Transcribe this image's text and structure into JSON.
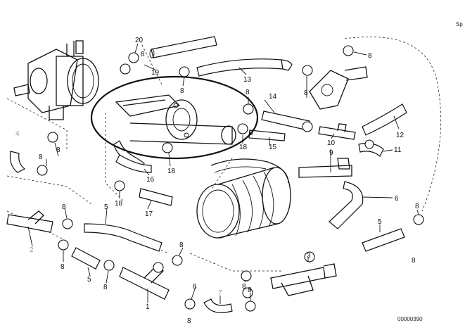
{
  "corner_text": "Sp",
  "diagram_id": "00000390",
  "callouts": [
    {
      "id": "c1",
      "text": "20"
    },
    {
      "id": "c2",
      "text": "8"
    },
    {
      "id": "c3",
      "text": "19"
    },
    {
      "id": "c4",
      "text": "8"
    },
    {
      "id": "c5",
      "text": "13"
    },
    {
      "id": "c6",
      "text": "8"
    },
    {
      "id": "c7",
      "text": "8"
    },
    {
      "id": "c8",
      "text": "14"
    },
    {
      "id": "c9",
      "text": "8"
    },
    {
      "id": "c10",
      "text": "15"
    },
    {
      "id": "c11",
      "text": "18"
    },
    {
      "id": "c12",
      "text": "8"
    },
    {
      "id": "c13",
      "text": "10"
    },
    {
      "id": "c14",
      "text": "9"
    },
    {
      "id": "c15",
      "text": "11"
    },
    {
      "id": "c16",
      "text": "12"
    },
    {
      "id": "c17",
      "text": "4"
    },
    {
      "id": "c18",
      "text": "8"
    },
    {
      "id": "c19",
      "text": "18"
    },
    {
      "id": "c20",
      "text": "8"
    },
    {
      "id": "c21",
      "text": "16"
    },
    {
      "id": "c22",
      "text": "18"
    },
    {
      "id": "c23",
      "text": "17"
    },
    {
      "id": "c24",
      "text": "6"
    },
    {
      "id": "c25",
      "text": "5"
    },
    {
      "id": "c26",
      "text": "8"
    },
    {
      "id": "c27",
      "text": "2"
    },
    {
      "id": "c28",
      "text": "8"
    },
    {
      "id": "c29",
      "text": "8"
    },
    {
      "id": "c30",
      "text": "5"
    },
    {
      "id": "c31",
      "text": "8"
    },
    {
      "id": "c32",
      "text": "8"
    },
    {
      "id": "c33",
      "text": "3"
    },
    {
      "id": "c34",
      "text": "8"
    },
    {
      "id": "c35",
      "text": "5"
    },
    {
      "id": "c36",
      "text": "8"
    },
    {
      "id": "c37",
      "text": "8"
    },
    {
      "id": "c38",
      "text": "1"
    },
    {
      "id": "c39",
      "text": "7"
    },
    {
      "id": "c40",
      "text": "8"
    },
    {
      "id": "c41",
      "text": "8"
    }
  ],
  "highlight_color": "#e0141b"
}
